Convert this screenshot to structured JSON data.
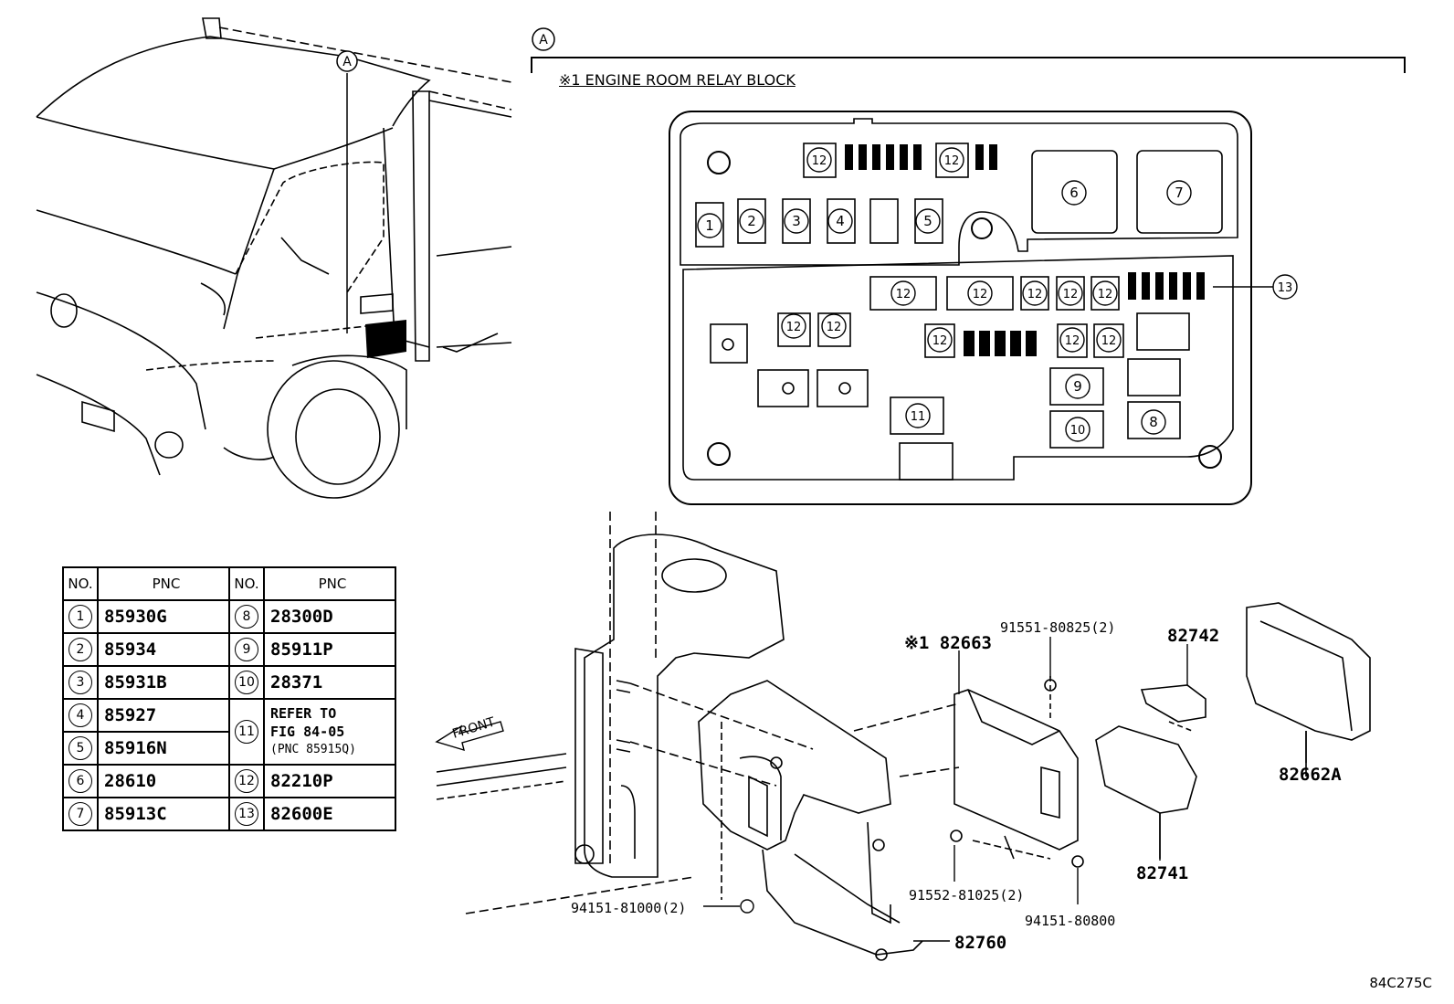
{
  "view_marker": "A",
  "relay_block": {
    "title": "※1 ENGINE ROOM RELAY BLOCK",
    "callouts": [
      "1",
      "2",
      "3",
      "4",
      "5",
      "6",
      "7",
      "8",
      "9",
      "10",
      "11",
      "12",
      "13"
    ]
  },
  "labels": {
    "front": "FRONT",
    "p82663": "※1 82663",
    "p91551": "91551-80825(2)",
    "p82742": "82742",
    "p82662A": "82662A",
    "p82741": "82741",
    "p91552": "91552-81025(2)",
    "p94151_81000": "94151-81000(2)",
    "p94151_80800": "94151-80800",
    "p82760": "82760"
  },
  "table": {
    "headers": [
      "NO.",
      "PNC",
      "NO.",
      "PNC"
    ],
    "left": [
      {
        "no": "1",
        "pnc": "85930G"
      },
      {
        "no": "2",
        "pnc": "85934"
      },
      {
        "no": "3",
        "pnc": "85931B"
      },
      {
        "no": "4",
        "pnc": "85927"
      },
      {
        "no": "5",
        "pnc": "85916N"
      },
      {
        "no": "6",
        "pnc": "28610"
      },
      {
        "no": "7",
        "pnc": "85913C"
      }
    ],
    "right": [
      {
        "no": "8",
        "pnc": "28300D"
      },
      {
        "no": "9",
        "pnc": "85911P"
      },
      {
        "no": "10",
        "pnc": "28371"
      },
      {
        "no": "11",
        "line1": "REFER TO",
        "line2": "FIG 84-05",
        "line3": "(PNC 85915Q)"
      },
      {
        "no": "12",
        "pnc": "82210P"
      },
      {
        "no": "13",
        "pnc": "82600E"
      }
    ]
  },
  "figure_code": "84C275C"
}
